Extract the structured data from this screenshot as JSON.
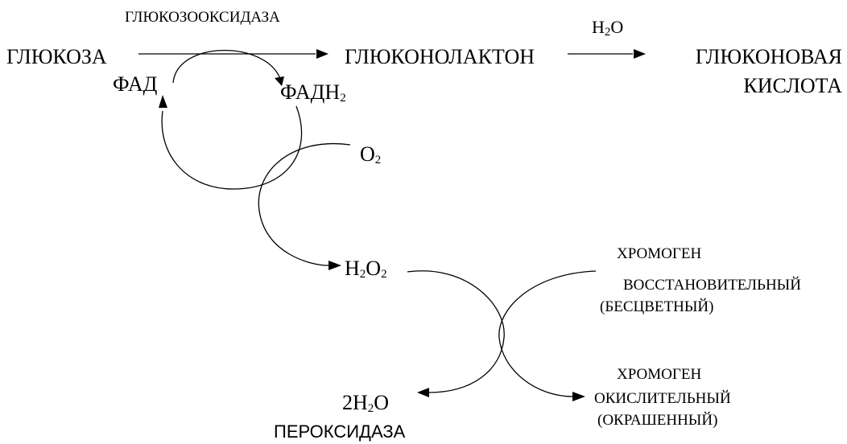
{
  "reaction_top": {
    "enzyme_label": "ГЛЮКОЗООКСИДАЗА",
    "substrate": "ГЛЮКОЗА",
    "intermediate": "ГЛЮКОНОЛАКТОН",
    "water_label_main": "H",
    "water_label_sub": "2",
    "water_label_end": "O",
    "product_line1": "ГЛЮКОНОВАЯ",
    "product_line2": "КИСЛОТА"
  },
  "cofactor": {
    "oxidized": "ФАД",
    "reduced_main": "ФАДН",
    "reduced_sub": "2"
  },
  "oxygen": {
    "main": "O",
    "sub": "2"
  },
  "peroxide": {
    "h": "H",
    "sub1": "2",
    "o": "O",
    "sub2": "2"
  },
  "chromogen_reduced": {
    "line1": "ХРОМОГЕН",
    "line2": "ВОССТАНОВИТЕЛЬНЫЙ",
    "line3": "(БЕСЦВЕТНЫЙ)"
  },
  "chromogen_oxidized": {
    "line1": "ХРОМОГЕН",
    "line2": "ОКИСЛИТЕЛЬНЫЙ",
    "line3": "(ОКРАШЕННЫЙ)"
  },
  "water_product": {
    "coef": "2H",
    "sub": "2",
    "o": "O"
  },
  "peroxidase_label": "ПЕРОКСИДАЗА"
}
